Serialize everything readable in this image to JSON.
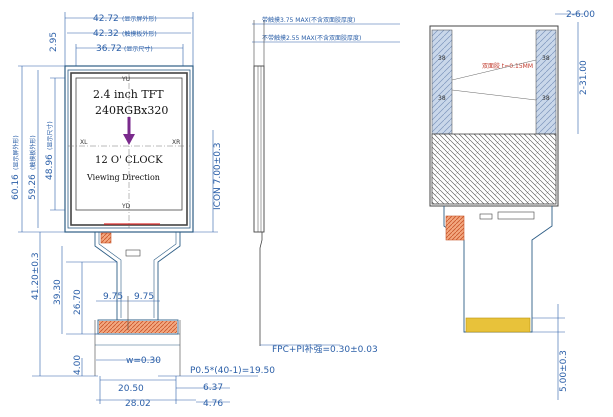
{
  "front": {
    "dim_outer_width": "42.72",
    "dim_outer_width_note": "(显示屏外形)",
    "dim_glass_width": "42.32",
    "dim_glass_width_note": "(触摸板外形)",
    "dim_active_width": "36.72",
    "dim_active_width_note": "(显示尺寸)",
    "dim_top_offset": "2.95",
    "dim_outer_height": "60.16",
    "dim_outer_height_note": "(显示屏外形)",
    "dim_glass_height": "59.26",
    "dim_glass_height_note": "(触摸板外形)",
    "dim_active_height": "48.96",
    "dim_active_height_note": "(显示尺寸)",
    "dim_total_height": "41.20±0.3",
    "dim_fpc_len_a": "39.30",
    "dim_fpc_len_b": "26.70",
    "dim_fpc_left": "9.75",
    "dim_fpc_right": "9.75",
    "dim_w": "w=0.30",
    "dim_contact": "4.00",
    "dim_bottom_a": "20.50",
    "dim_bottom_b": "28.02",
    "dim_right_a": "6.37",
    "dim_right_b": "4.76",
    "dim_pitch": "P0.5*(40-1)=19.50",
    "dim_icon": "ICON  7.00±0.3",
    "screen_line1": "2.4 inch TFT",
    "screen_line2": "240RGBx320",
    "screen_line3": "12 O' CLOCK",
    "screen_line4": "Viewing Direction",
    "label_yu": "YU",
    "label_yd": "YD",
    "label_xl": "XL",
    "label_xr": "XR"
  },
  "side": {
    "dim_with_touch": "带触摸3.75 MAX(不含双面胶厚度)",
    "dim_without_touch": "不带触摸2.55 MAX(不含双面胶厚度)",
    "dim_fpc": "FPC+PI补强=0.30±0.03"
  },
  "back": {
    "dim_top": "2-6.00",
    "dim_right": "2-31.00",
    "dim_bottom": "5.00±0.3",
    "tape_note": "双面胶 t=0.15MM",
    "tape_marks": [
      "38",
      "38",
      "38",
      "38"
    ]
  },
  "colors": {
    "outline": "#2e5e86",
    "dimension": "#2b5fa8",
    "fpc_orange": "#e07a45",
    "contact_gold": "#e8c23a",
    "arrow_purple": "#7a2a8c",
    "tape_blue": "#9fb6d6"
  }
}
